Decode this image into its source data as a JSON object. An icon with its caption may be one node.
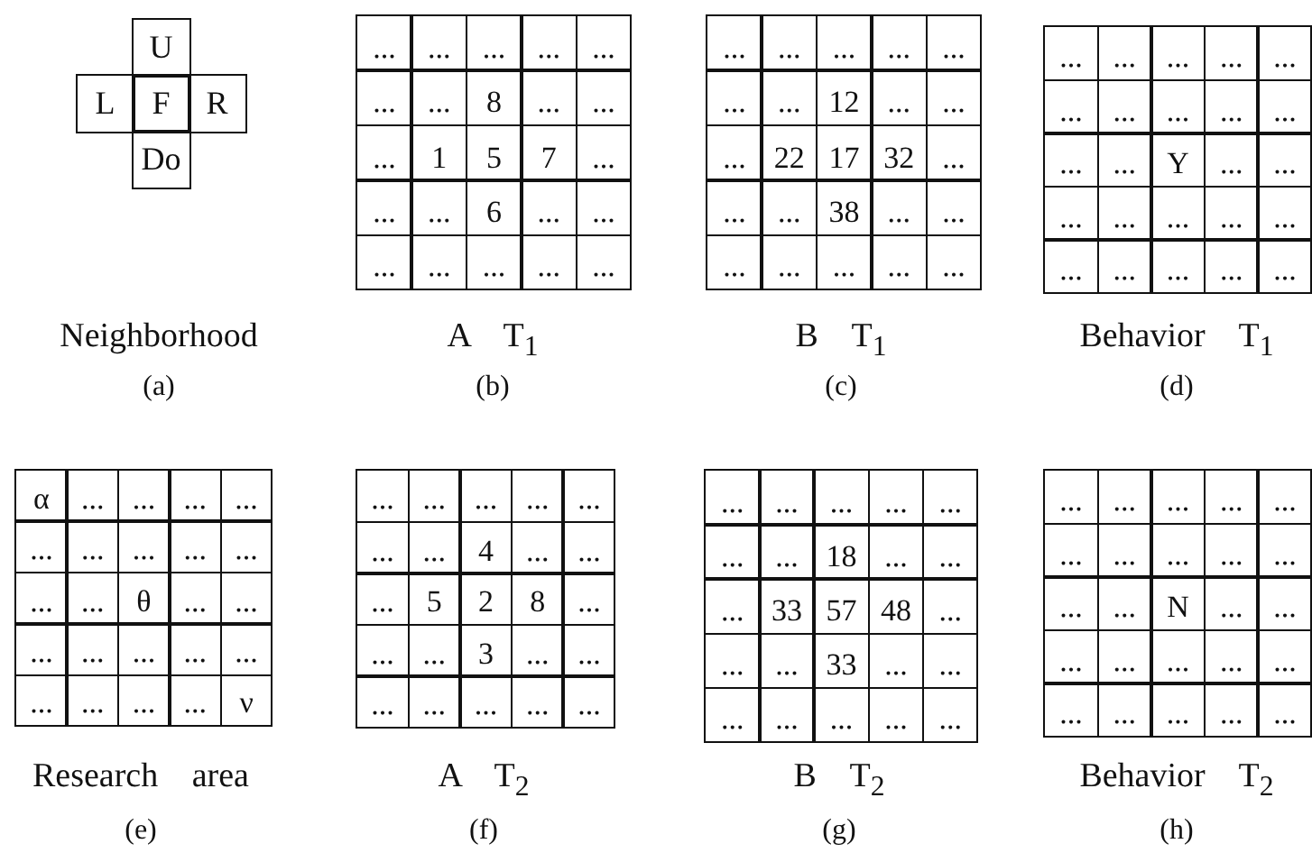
{
  "diagram": {
    "labels": [
      "U",
      "L",
      "F",
      "R",
      "Do",
      "Neighborhood",
      "(a)",
      "...",
      "...",
      "...",
      "...",
      "...",
      "...",
      "...",
      "8",
      "...",
      "...",
      "...",
      "1",
      "5",
      "7",
      "...",
      "...",
      "...",
      "6",
      "...",
      "...",
      "...",
      "...",
      "...",
      "...",
      "...",
      "A T$_{1}$",
      "(b)",
      "...",
      "...",
      "...",
      "...",
      "...",
      "...",
      "...",
      "12",
      "...",
      "...",
      "...",
      "22",
      "17",
      "32",
      "...",
      "...",
      "...",
      "38",
      "...",
      "...",
      "...",
      "...",
      "...",
      "...",
      "...",
      "B T$_{1}$",
      "(c)",
      "...",
      "...",
      "...",
      "...",
      "...",
      "...",
      "...",
      "...",
      "...",
      "...",
      "...",
      "...",
      "Y",
      "...",
      "...",
      "...",
      "...",
      "...",
      "...",
      "...",
      "...",
      "...",
      "...",
      "...",
      "...",
      "Behavior T$_{1}$",
      "(d)",
      "α",
      "...",
      "...",
      "...",
      "...",
      "...",
      "...",
      "...",
      "...",
      "...",
      "...",
      "...",
      "θ",
      "...",
      "...",
      "...",
      "...",
      "...",
      "...",
      "...",
      "...",
      "...",
      "...",
      "...",
      "ν",
      "Research area",
      "(e)",
      "...",
      "...",
      "...",
      "...",
      "...",
      "...",
      "...",
      "4",
      "...",
      "...",
      "...",
      "5",
      "2",
      "8",
      "...",
      "...",
      "...",
      "3",
      "...",
      "...",
      "...",
      "...",
      "...",
      "...",
      "...",
      "A T$_{2}$",
      "(f)",
      "...",
      "...",
      "...",
      "...",
      "...",
      "...",
      "...",
      "18",
      "...",
      "...",
      "...",
      "33",
      "57",
      "48",
      "...",
      "...",
      "...",
      "33",
      "...",
      "...",
      "...",
      "...",
      "...",
      "...",
      "...",
      "B T$_{2}$",
      "(g)",
      "...",
      "...",
      "...",
      "...",
      "...",
      "...",
      "...",
      "...",
      "...",
      "...",
      "...",
      "...",
      "N",
      "...",
      "...",
      "...",
      "...",
      "...",
      "...",
      "...",
      "...",
      "...",
      "...",
      "...",
      "...",
      "Behavior T$_{2}$",
      "(h)"
    ]
  }
}
